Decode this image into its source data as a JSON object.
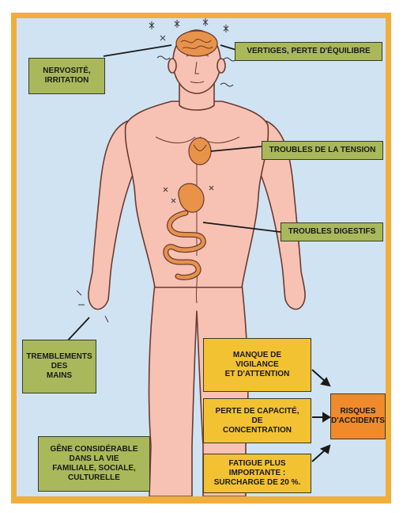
{
  "labels": {
    "nervosite": "Nervosité,\nirritation",
    "vertiges": "Vertiges, perte d'équilibre",
    "tension": "Troubles de la tension",
    "digestifs": "Troubles digestifs",
    "tremblements": "Tremblements\ndes\nmains",
    "vigilance": "Manque de\nvigilance\net d'attention",
    "concentration": "Perte de capacité,\nde\nconcentration",
    "fatigue": "Fatigue plus\nimportante :\nsurcharge de 20 %.",
    "gene": "Gêne considérable\ndans la vie\nfamiliale, sociale,\nculturelle",
    "risques": "Risques\nd'accidents"
  },
  "colors": {
    "frame": "#f2ae3c",
    "background": "#cfe3f2",
    "skin": "#f7c2b4",
    "organ": "#e8924a",
    "olive_box": "#a9b85a",
    "yellow_box": "#f3c232",
    "orange_box": "#f08a2a"
  }
}
